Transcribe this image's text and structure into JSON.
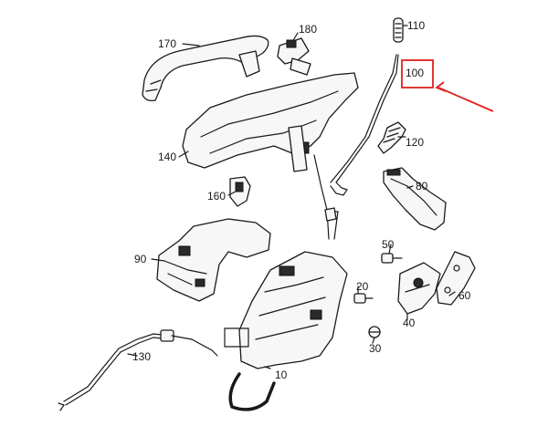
{
  "diagram": {
    "callouts": [
      {
        "id": "110",
        "text": "110"
      },
      {
        "id": "100",
        "text": "100"
      },
      {
        "id": "180",
        "text": "180"
      },
      {
        "id": "170",
        "text": "170"
      },
      {
        "id": "120",
        "text": "120"
      },
      {
        "id": "140",
        "text": "140"
      },
      {
        "id": "80",
        "text": "80"
      },
      {
        "id": "160",
        "text": "160"
      },
      {
        "id": "90",
        "text": "90"
      },
      {
        "id": "50",
        "text": "50"
      },
      {
        "id": "60",
        "text": "60"
      },
      {
        "id": "20",
        "text": "20"
      },
      {
        "id": "40",
        "text": "40"
      },
      {
        "id": "130",
        "text": "130"
      },
      {
        "id": "30",
        "text": "30"
      },
      {
        "id": "10",
        "text": "10"
      }
    ],
    "highlight": {
      "part": "100",
      "color": "#e02020"
    }
  }
}
